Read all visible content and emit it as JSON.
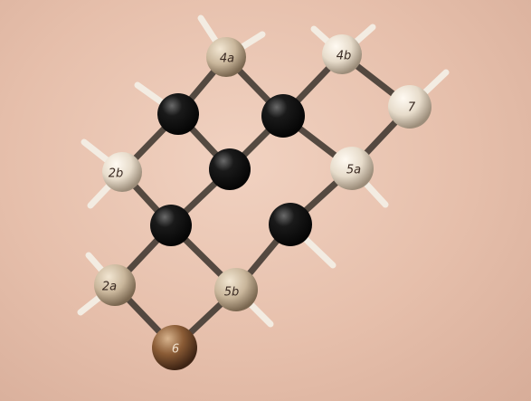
{
  "image": {
    "atom_labels": [
      "4a",
      "4b",
      "7",
      "2b",
      "5a",
      "2a",
      "5b",
      "6"
    ]
  }
}
